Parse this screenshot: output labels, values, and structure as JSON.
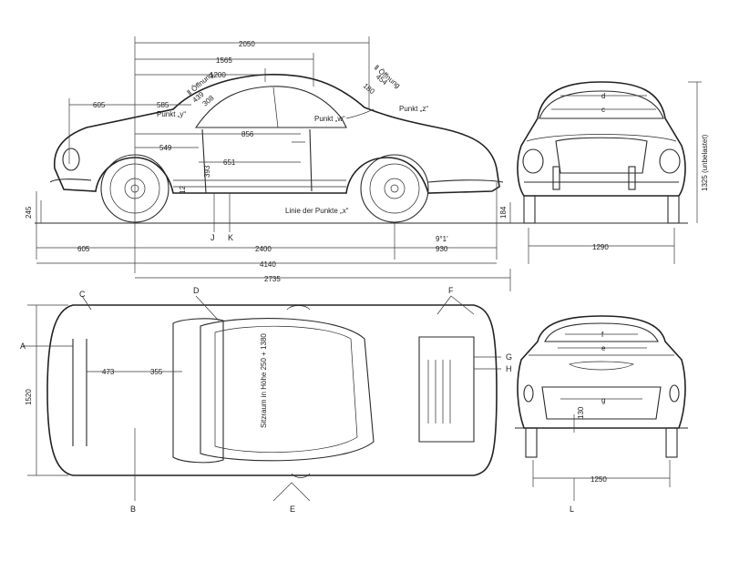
{
  "dimensions": {
    "overall_length_front_to_rear_window": "2050",
    "to_roof_peak": "1565",
    "to_point_y": "1200",
    "front_overhang_top": "605",
    "windshield_offset": "585",
    "punkt_y": "Punkt „y“",
    "opening_front": "Ⅱ Öffnung",
    "opening_front_value": "439",
    "small_308": "308",
    "opening_rear": "Ⅱ Öffnung",
    "opening_rear_value": "454",
    "small_180": "180",
    "punkt_w": "Punkt „w“",
    "punkt_z": "Punkt „z“",
    "dim_856": "856",
    "dim_549": "549",
    "dim_651": "651",
    "dim_393": "393",
    "dim_12": "12",
    "ground_front": "245",
    "ground_rear": "184",
    "line_x": "Linie der Punkte „x“",
    "label_j": "J",
    "label_k": "K",
    "bottom_605": "605",
    "wheelbase": "2400",
    "rear_overhang": "930",
    "angle": "9°1'",
    "total_length": "4140",
    "width_2735": "2735",
    "front_track": "1290",
    "front_height": "1325 (unbelastet)",
    "label_d_front": "d",
    "label_c_front": "c",
    "plan_c": "C",
    "plan_d": "D",
    "plan_f": "F",
    "plan_a": "A",
    "plan_width": "1520",
    "plan_473": "473",
    "plan_355": "355",
    "plan_seat": "Sitzraum in Höhe 250 + 1380",
    "plan_g": "G",
    "plan_h": "H",
    "plan_b": "B",
    "plan_e": "E",
    "rear_f": "f",
    "rear_e": "e",
    "rear_g": "g",
    "rear_130": "130",
    "rear_track": "1250",
    "rear_l": "L"
  }
}
